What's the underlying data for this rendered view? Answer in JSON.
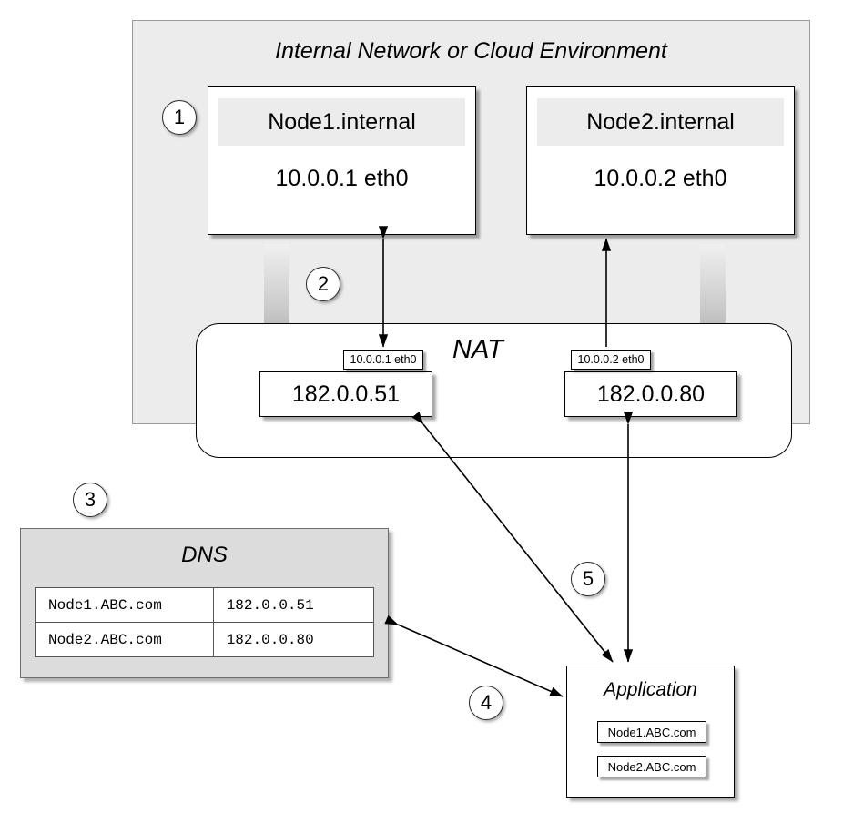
{
  "diagram": {
    "title": "Internal Network or Cloud Environment",
    "colors": {
      "environment_bg": "#ececec",
      "dns_bg": "#dcdcdc",
      "node_header_bg": "#ececec",
      "box_border": "#000000",
      "gray_arrow": "#a6a6a6",
      "canvas_bg": "#ffffff"
    },
    "environment": {
      "label": "Internal Network or Cloud Environment",
      "nodes": [
        {
          "name": "Node1.internal",
          "address": "10.0.0.1 eth0"
        },
        {
          "name": "Node2.internal",
          "address": "10.0.0.2 eth0"
        }
      ]
    },
    "nat": {
      "label": "NAT",
      "mappings": [
        {
          "internal_tag": "10.0.0.1 eth0",
          "public_ip": "182.0.0.51"
        },
        {
          "internal_tag": "10.0.0.2 eth0",
          "public_ip": "182.0.0.80"
        }
      ]
    },
    "dns": {
      "label": "DNS",
      "records": [
        {
          "hostname": "Node1.ABC.com",
          "address": "182.0.0.51"
        },
        {
          "hostname": "Node2.ABC.com",
          "address": "182.0.0.80"
        }
      ]
    },
    "application": {
      "label": "Application",
      "entries": [
        {
          "hostname": "Node1.ABC.com"
        },
        {
          "hostname": "Node2.ABC.com"
        }
      ]
    },
    "callouts": [
      {
        "number": "1"
      },
      {
        "number": "2"
      },
      {
        "number": "3"
      },
      {
        "number": "4"
      },
      {
        "number": "5"
      }
    ]
  }
}
